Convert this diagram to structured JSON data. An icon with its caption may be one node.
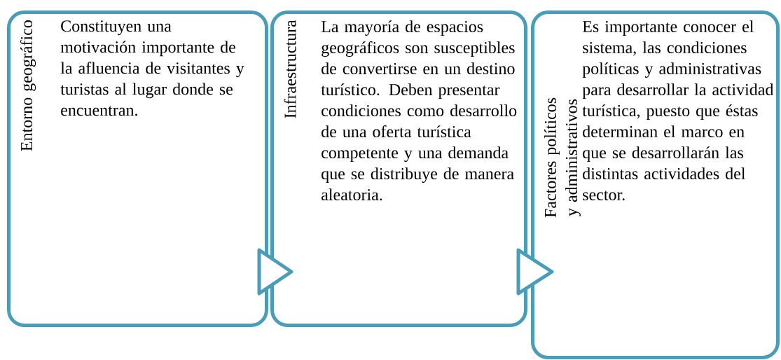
{
  "diagram": {
    "nodes": [
      {
        "text": [
          "Entorno geográfico",
          "Constituyen una motivación importante de la afluencia de visitantes y turistas al lugar donde se encuentran."
        ]
      },
      {
        "text": [
          "Infraestructura",
          "La mayoría de espacios geográficos son susceptibles de convertirse en un destino turístico. Deben presentar condiciones como desarrollo de una oferta turística competente y una demanda que se distribuye de manera aleatoria."
        ]
      },
      {
        "text": [
          "Factores políticos y administrativos",
          "Es importante conocer el sistema, las condiciones políticas y administrativas para desarrollar la actividad turística, puesto que éstas determinan el marco en que se desarrollarán las distintas actividades del sector."
        ]
      }
    ],
    "edges": [
      {
        "from": 0,
        "to": 1,
        "arrow": "to"
      },
      {
        "from": 1,
        "to": 2,
        "arrow": "to"
      }
    ]
  }
}
